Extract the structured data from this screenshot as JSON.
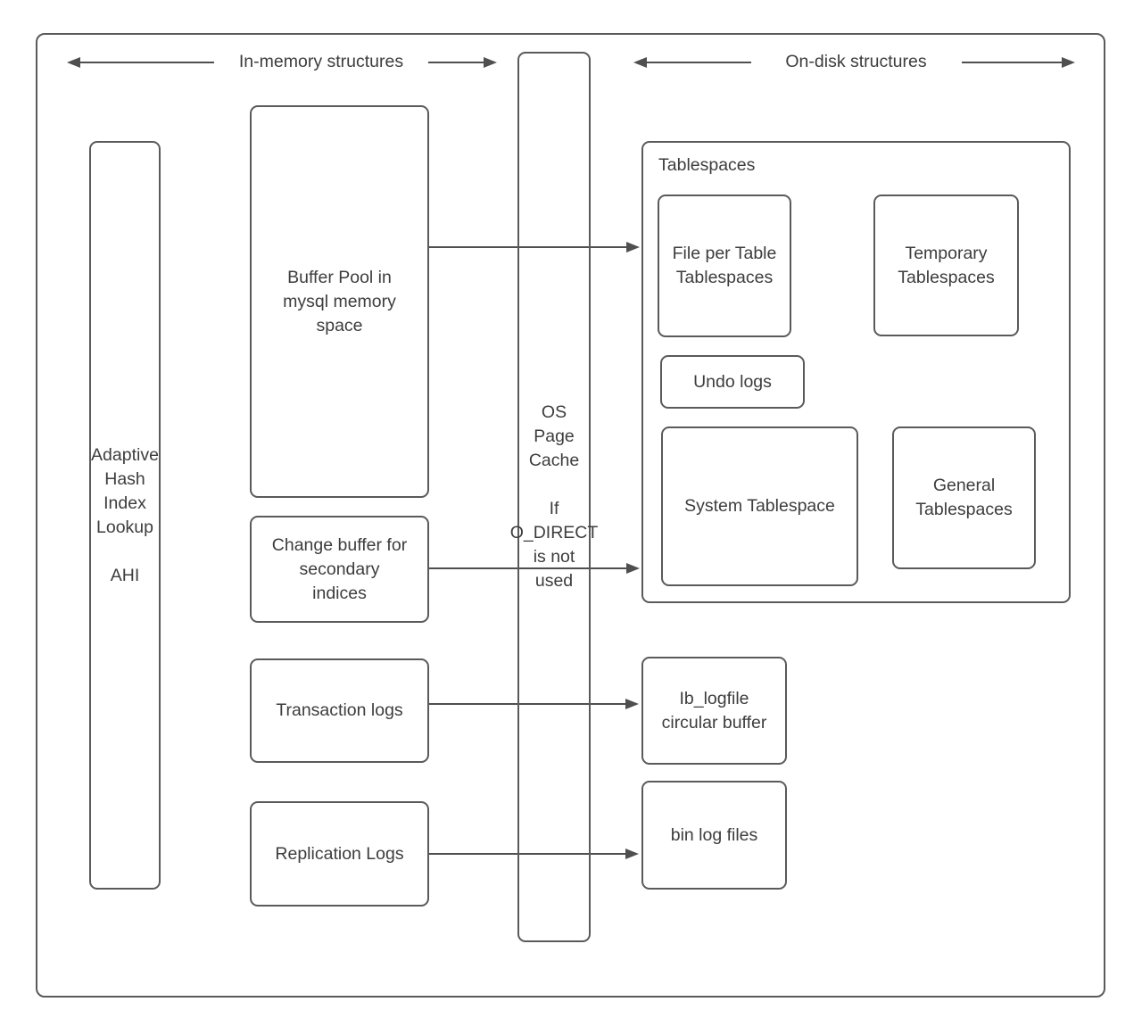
{
  "colors": {
    "background": "#ffffff",
    "box_border": "#5a5a5a",
    "arrow": "#4f4f4f",
    "text": "#3d3d3d"
  },
  "headers": {
    "in_memory": "In-memory structures",
    "on_disk": "On-disk structures"
  },
  "in_memory": {
    "ahi": {
      "lines": [
        "Adaptive",
        "Hash",
        "Index",
        "Lookup",
        "AHI"
      ]
    },
    "buffer_pool": {
      "lines": [
        "Buffer Pool in",
        "mysql memory",
        "space"
      ]
    },
    "change_buffer": {
      "lines": [
        "Change buffer for",
        "secondary",
        "indices"
      ]
    },
    "transaction_logs": {
      "label": "Transaction logs"
    },
    "replication_logs": {
      "label": "Replication Logs"
    }
  },
  "cache": {
    "os_page_cache": {
      "lines": [
        "OS",
        "Page",
        "Cache"
      ],
      "note_lines": [
        "If",
        "O_DIRECT",
        "is not",
        "used"
      ]
    }
  },
  "on_disk": {
    "tablespaces": {
      "label": "Tablespaces",
      "file_per_table": {
        "lines": [
          "File per Table",
          "Tablespaces"
        ]
      },
      "temporary": {
        "lines": [
          "Temporary",
          "Tablespaces"
        ]
      },
      "undo_logs": {
        "label": "Undo logs"
      },
      "system": {
        "label": "System Tablespace"
      },
      "general": {
        "lines": [
          "General",
          "Tablespaces"
        ]
      }
    },
    "ib_logfile": {
      "lines": [
        "Ib_logfile",
        "circular buffer"
      ]
    },
    "bin_log_files": {
      "label": "bin log files"
    }
  }
}
